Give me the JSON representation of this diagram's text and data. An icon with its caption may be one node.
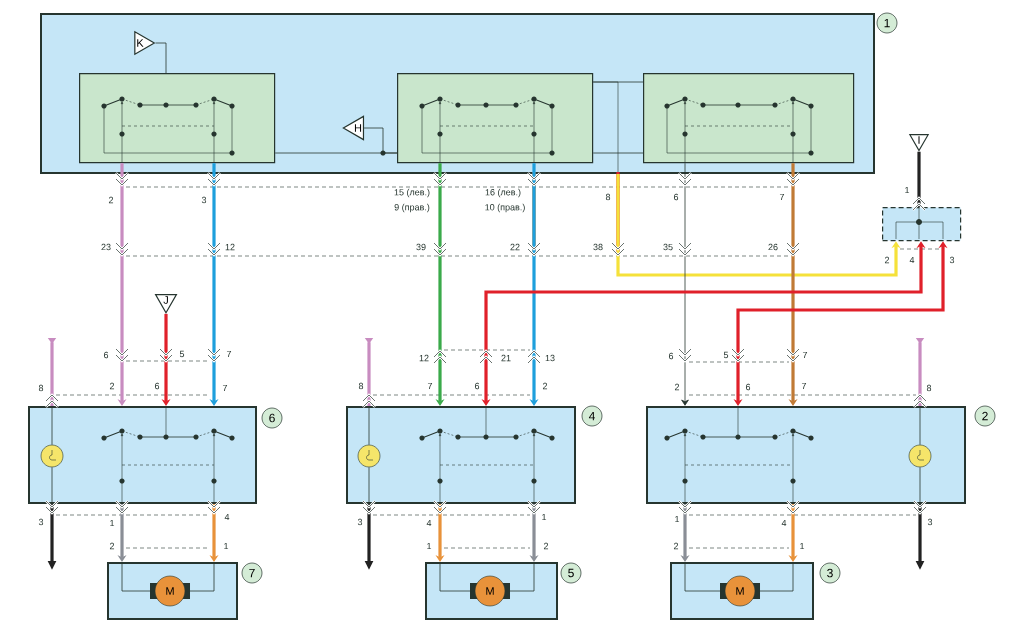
{
  "diagram": {
    "nodes": [
      {
        "text": [],
        "shape": "box",
        "beside": [
          "1"
        ]
      },
      {
        "text": [],
        "shape": "box",
        "in": 0
      },
      {
        "text": [],
        "shape": "box",
        "in": 0
      },
      {
        "text": [],
        "shape": "box",
        "in": 0
      },
      {
        "text": [
          "K"
        ],
        "in": 0
      },
      {
        "text": [
          "H"
        ],
        "in": 0
      },
      {
        "text": [
          "I"
        ]
      },
      {
        "text": [],
        "shape": "box"
      },
      {
        "text": [
          "J"
        ]
      },
      {
        "text": [],
        "shape": "box",
        "beside": [
          "6"
        ]
      },
      {
        "text": [],
        "shape": "circle",
        "in": 9
      },
      {
        "text": [],
        "shape": "box",
        "beside": [
          "4"
        ]
      },
      {
        "text": [],
        "shape": "circle",
        "in": 11
      },
      {
        "text": [],
        "shape": "box",
        "beside": [
          "2"
        ]
      },
      {
        "text": [],
        "shape": "circle",
        "in": 13
      },
      {
        "text": [],
        "shape": "box",
        "beside": [
          "7"
        ]
      },
      {
        "text": [
          "M"
        ],
        "in": 15
      },
      {
        "text": [],
        "shape": "box",
        "beside": [
          "5"
        ]
      },
      {
        "text": [
          "M"
        ],
        "in": 17
      },
      {
        "text": [],
        "shape": "box",
        "beside": [
          "3"
        ]
      },
      {
        "text": [
          "M"
        ],
        "in": 19
      }
    ],
    "edges": [
      {
        "from": 4,
        "to": 1,
        "arrow": "none"
      },
      {
        "from": 5,
        "to": 2,
        "arrow": "none"
      },
      {
        "from": 1,
        "to": 2,
        "arrow": "none"
      },
      {
        "from": 2,
        "to": 3,
        "arrow": "none"
      },
      {
        "from": 2,
        "to": 3,
        "arrow": "none"
      },
      {
        "from": 1,
        "to": 9,
        "arrow": "to",
        "color": "#c88cc0"
      },
      {
        "from": 1,
        "to": 9,
        "arrow": "to",
        "color": "#1e9fdc"
      },
      {
        "from": 2,
        "to": 11,
        "arrow": "to",
        "color": "#3aaa4a"
      },
      {
        "from": 2,
        "to": 11,
        "arrow": "to",
        "color": "#1e9fdc"
      },
      {
        "from": 0,
        "to": 7,
        "arrow": "to",
        "color": "#f5e13a"
      },
      {
        "from": 3,
        "to": 13,
        "arrow": "to"
      },
      {
        "from": 3,
        "to": 13,
        "arrow": "to",
        "color": "#c07a35"
      },
      {
        "from": 6,
        "to": 7,
        "arrow": "other",
        "color": "#222222"
      },
      {
        "from": 7,
        "to": 11,
        "arrow": "both",
        "color": "#e0202a"
      },
      {
        "from": 7,
        "to": 13,
        "arrow": "both",
        "color": "#e0202a"
      },
      {
        "from": 8,
        "to": 9,
        "arrow": "to",
        "color": "#e0202a"
      },
      {
        "from": 9,
        "to": null,
        "arrow": "other",
        "color": "#c88cc0"
      },
      {
        "from": 9,
        "to": null,
        "arrow": "to",
        "color": "#222222"
      },
      {
        "from": 11,
        "to": null,
        "arrow": "other",
        "color": "#c88cc0"
      },
      {
        "from": 11,
        "to": null,
        "arrow": "to",
        "color": "#222222"
      },
      {
        "from": 13,
        "to": null,
        "arrow": "other",
        "color": "#c88cc0"
      },
      {
        "from": 13,
        "to": null,
        "arrow": "to",
        "color": "#222222"
      },
      {
        "from": 9,
        "to": 15,
        "arrow": "to",
        "color": "#8a8e96"
      },
      {
        "from": 9,
        "to": 15,
        "arrow": "to",
        "color": "#e8923a"
      },
      {
        "from": 11,
        "to": 17,
        "arrow": "to",
        "color": "#e8923a"
      },
      {
        "from": 11,
        "to": 17,
        "arrow": "to",
        "color": "#8a8e96"
      },
      {
        "from": 13,
        "to": 19,
        "arrow": "to",
        "color": "#8a8e96"
      },
      {
        "from": 13,
        "to": 19,
        "arrow": "to",
        "color": "#e8923a"
      },
      {
        "from": 15,
        "to": 16,
        "arrow": "none"
      },
      {
        "from": 15,
        "to": 16,
        "arrow": "none"
      },
      {
        "from": 17,
        "to": 18,
        "arrow": "none"
      },
      {
        "from": 17,
        "to": 18,
        "arrow": "none"
      },
      {
        "from": 19,
        "to": 20,
        "arrow": "none"
      },
      {
        "from": 19,
        "to": 20,
        "arrow": "none"
      },
      {
        "from": 9,
        "to": 10,
        "arrow": "none"
      },
      {
        "from": 10,
        "to": 9,
        "arrow": "none"
      },
      {
        "from": 11,
        "to": 12,
        "arrow": "none"
      },
      {
        "from": 12,
        "to": 11,
        "arrow": "none"
      },
      {
        "from": 13,
        "to": 14,
        "arrow": "none"
      },
      {
        "from": 14,
        "to": 13,
        "arrow": "none"
      }
    ],
    "labels": [
      "2",
      "3",
      "15 (лев.)",
      "9 (прав.)",
      "16 (лев.)",
      "10 (прав.)",
      "8",
      "6",
      "7",
      "1",
      "23",
      "12",
      "39",
      "22",
      "38",
      "35",
      "26",
      "2",
      "4",
      "3",
      "6",
      "5",
      "7",
      "12",
      "21",
      "13",
      "6",
      "5",
      "7",
      "8",
      "2",
      "6",
      "7",
      "8",
      "7",
      "6",
      "2",
      "2",
      "6",
      "7",
      "8",
      "3",
      "1",
      "4",
      "3",
      "4",
      "1",
      "1",
      "4",
      "3",
      "2",
      "1",
      "1",
      "2",
      "2",
      "1"
    ]
  }
}
